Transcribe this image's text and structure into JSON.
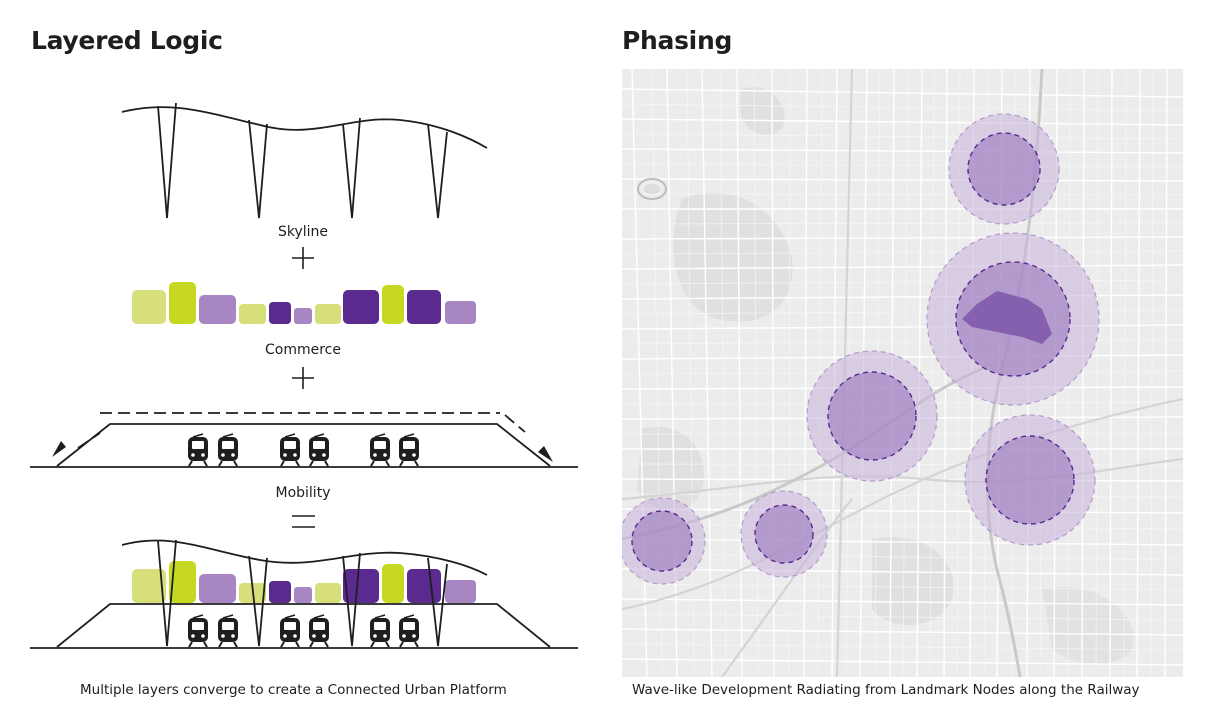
{
  "left_panel": {
    "title": "Layered Logic",
    "labels": {
      "skyline": "Skyline",
      "commerce": "Commerce",
      "mobility": "Mobility"
    },
    "operators": {
      "plus_1": "+",
      "plus_2": "+",
      "equals": "="
    },
    "caption": "Multiple layers converge to create a Connected Urban Platform",
    "colors": {
      "pale_lime": "#d6df7a",
      "lime": "#c6d822",
      "lavender": "#a886c4",
      "deep_purple": "#5a2a8f",
      "line": "#1e1e1e"
    }
  },
  "right_panel": {
    "title": "Phasing",
    "caption": "Wave-like Development Radiating from Landmark Nodes along the Railway",
    "colors": {
      "halo": "#c9b3dc",
      "core": "#9b78be",
      "ring": "#5a2a8f",
      "map_bg": "#efefef",
      "street": "#ffffff"
    }
  }
}
